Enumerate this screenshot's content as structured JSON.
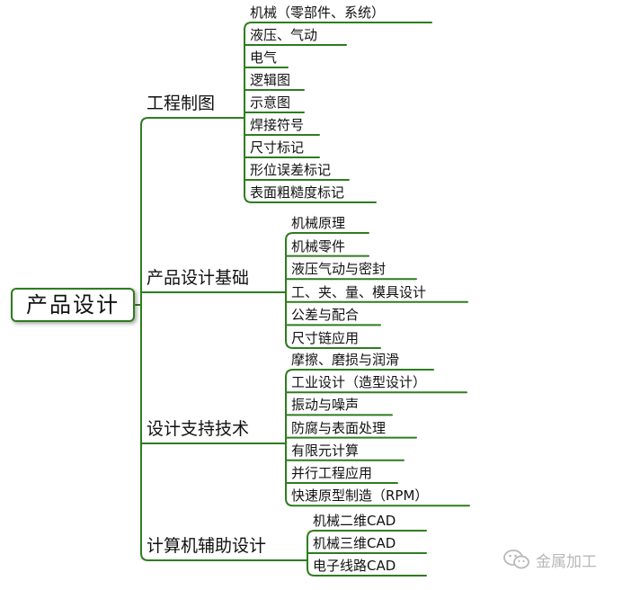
{
  "root": {
    "label": "产品设计"
  },
  "branches": [
    {
      "label": "工程制图",
      "leaves": [
        "机械（零部件、系统）",
        "液压、气动",
        "电气",
        "逻辑图",
        "示意图",
        "焊接符号",
        "尺寸标记",
        "形位误差标记",
        "表面粗糙度标记"
      ]
    },
    {
      "label": "产品设计基础",
      "leaves": [
        "机械原理",
        "机械零件",
        "液压气动与密封",
        "工、夹、量、模具设计",
        "公差与配合",
        "尺寸链应用"
      ]
    },
    {
      "label": "设计支持技术",
      "leaves": [
        "摩擦、磨损与润滑",
        "工业设计（造型设计）",
        "振动与噪声",
        "防腐与表面处理",
        "有限元计算",
        "并行工程应用",
        "快速原型制造（RPM）"
      ]
    },
    {
      "label": "计算机辅助设计",
      "leaves": [
        "机械二维CAD",
        "机械三维CAD",
        "电子线路CAD"
      ]
    }
  ],
  "watermark": {
    "text": "金属加工",
    "icon": "wechat-icon"
  },
  "colors": {
    "line": "#2e7d1f",
    "text": "#111111",
    "watermark": "#b8b8b8"
  }
}
